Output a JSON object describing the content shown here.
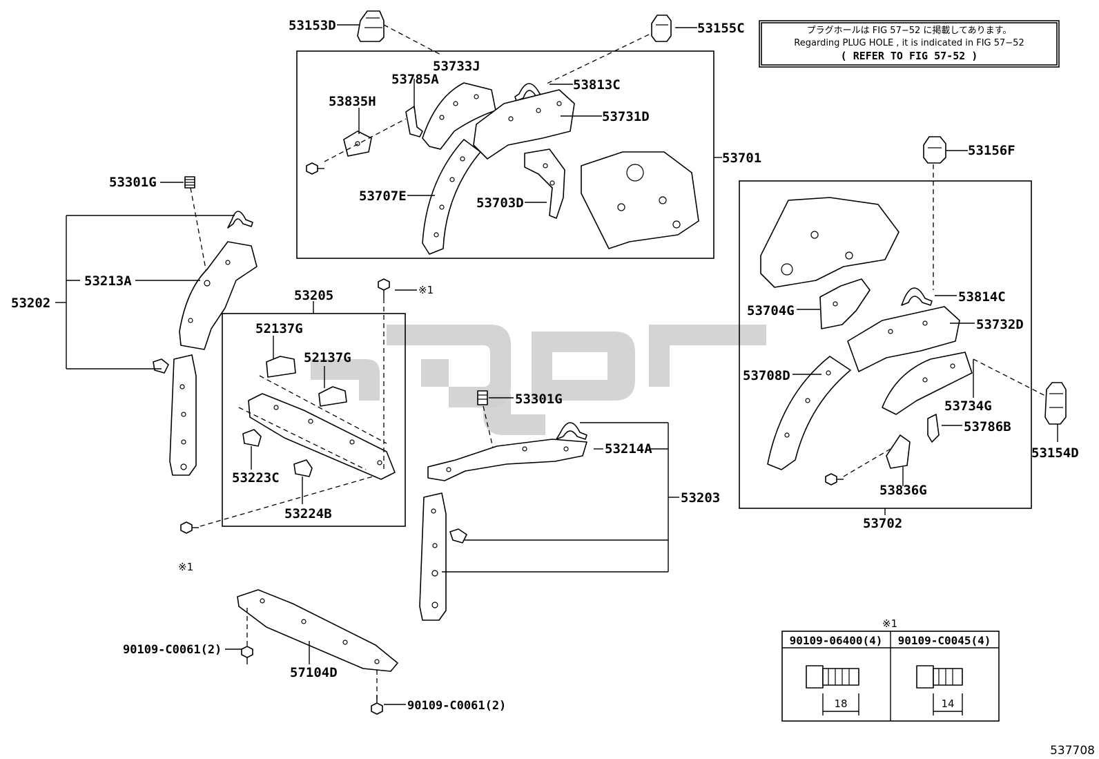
{
  "notice": {
    "jp": "プラグホールは FIG 57−52 に掲載してあります。",
    "en": "Regarding PLUG HOLE , it is indicated in FIG 57−52",
    "ref": "( REFER TO FIG 57-52 )"
  },
  "labels": {
    "p53153D": "53153D",
    "p53155C": "53155C",
    "p53733J": "53733J",
    "p53785A": "53785A",
    "p53813C": "53813C",
    "p53835H": "53835H",
    "p53731D": "53731D",
    "p53701": "53701",
    "p53707E": "53707E",
    "p53703D": "53703D",
    "p53301G_a": "53301G",
    "p53202": "53202",
    "p53213A": "53213A",
    "p53205": "53205",
    "p52137G_a": "52137G",
    "p52137G_b": "52137G",
    "p53223C": "53223C",
    "p53224B": "53224B",
    "mark_a": "※1",
    "mark_b": "※1",
    "p53301G_b": "53301G",
    "p53214A": "53214A",
    "p53203": "53203",
    "p53156F": "53156F",
    "p53814C": "53814C",
    "p53704G": "53704G",
    "p53732D": "53732D",
    "p53708D": "53708D",
    "p53734G": "53734G",
    "p53786B": "53786B",
    "p53154D": "53154D",
    "p53836G": "53836G",
    "p53702": "53702",
    "p90109C0061_a": "90109-C0061(2)",
    "p57104D": "57104D",
    "p90109C0061_b": "90109-C0061(2)"
  },
  "bolt_table": {
    "mark": "※1",
    "col1": "90109-06400(4)",
    "col2": "90109-C0045(4)",
    "dim1": "18",
    "dim2": "14"
  },
  "figure_number": "537708"
}
